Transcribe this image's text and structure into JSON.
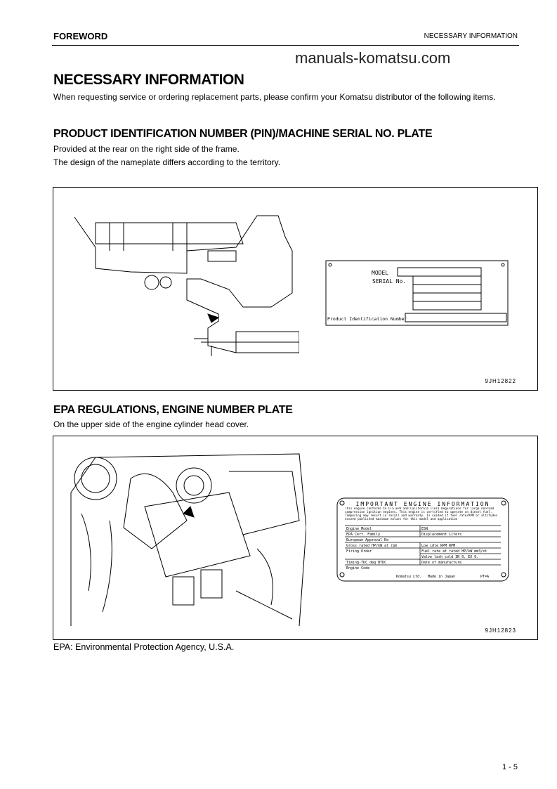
{
  "header": {
    "left": "FOREWORD",
    "right": "NECESSARY INFORMATION"
  },
  "title": "NECESSARY INFORMATION",
  "intro": "When requesting service or ordering replacement parts, please confirm your Komatsu distributor of the following items.",
  "watermark": "manuals-komatsu.com",
  "section1": {
    "heading": "PRODUCT IDENTIFICATION NUMBER (PIN)/MACHINE SERIAL NO. PLATE",
    "lines": [
      "Provided at the rear on the right side of the frame.",
      "The design of the nameplate differs according to the territory."
    ],
    "plate": {
      "model": "MODEL",
      "serial": "SERIAL No.",
      "pin": "Product Identification Number"
    },
    "figure_code": "9JH12822"
  },
  "section2": {
    "heading": "EPA REGULATIONS, ENGINE NUMBER PLATE",
    "lines": [
      "On the upper side of the engine cylinder head cover."
    ],
    "plate": {
      "title": "IMPORTANT ENGINE INFORMATION",
      "body": "This engine conforms to U.S.EPA and California Tier3 Regulations for large nonroad compression ignition engines. This engine is certified to operate on diesel fuel. Tampering may result in recall and warranty. Is voided if fuel rate/RPM or altitudes exceed published maximum values for this model and application",
      "rows": [
        [
          "Engine Model",
          "ESN"
        ],
        [
          "EPA Cert. Family",
          "Displacement    Liters"
        ],
        [
          "European Approval No",
          ""
        ],
        [
          "Gross rated HP/kW    at    rpm",
          "Low idle RPM    RPM"
        ],
        [
          "Firing Order",
          "Fuel rate at rated HP/kW    mm3/st"
        ],
        [
          "",
          "Valve lash cold    IN 0.    EX 0."
        ],
        [
          "Timing-TDC    deg BTDC",
          "Date of manufacture"
        ],
        [
          "Engine Code",
          ""
        ]
      ],
      "footer": [
        "Komatsu Ltd.",
        "Made in Japan",
        "PT=A"
      ]
    },
    "figure_code": "9JH12823",
    "note": "EPA: Environmental Protection Agency, U.S.A."
  },
  "page_number": "1 - 5"
}
